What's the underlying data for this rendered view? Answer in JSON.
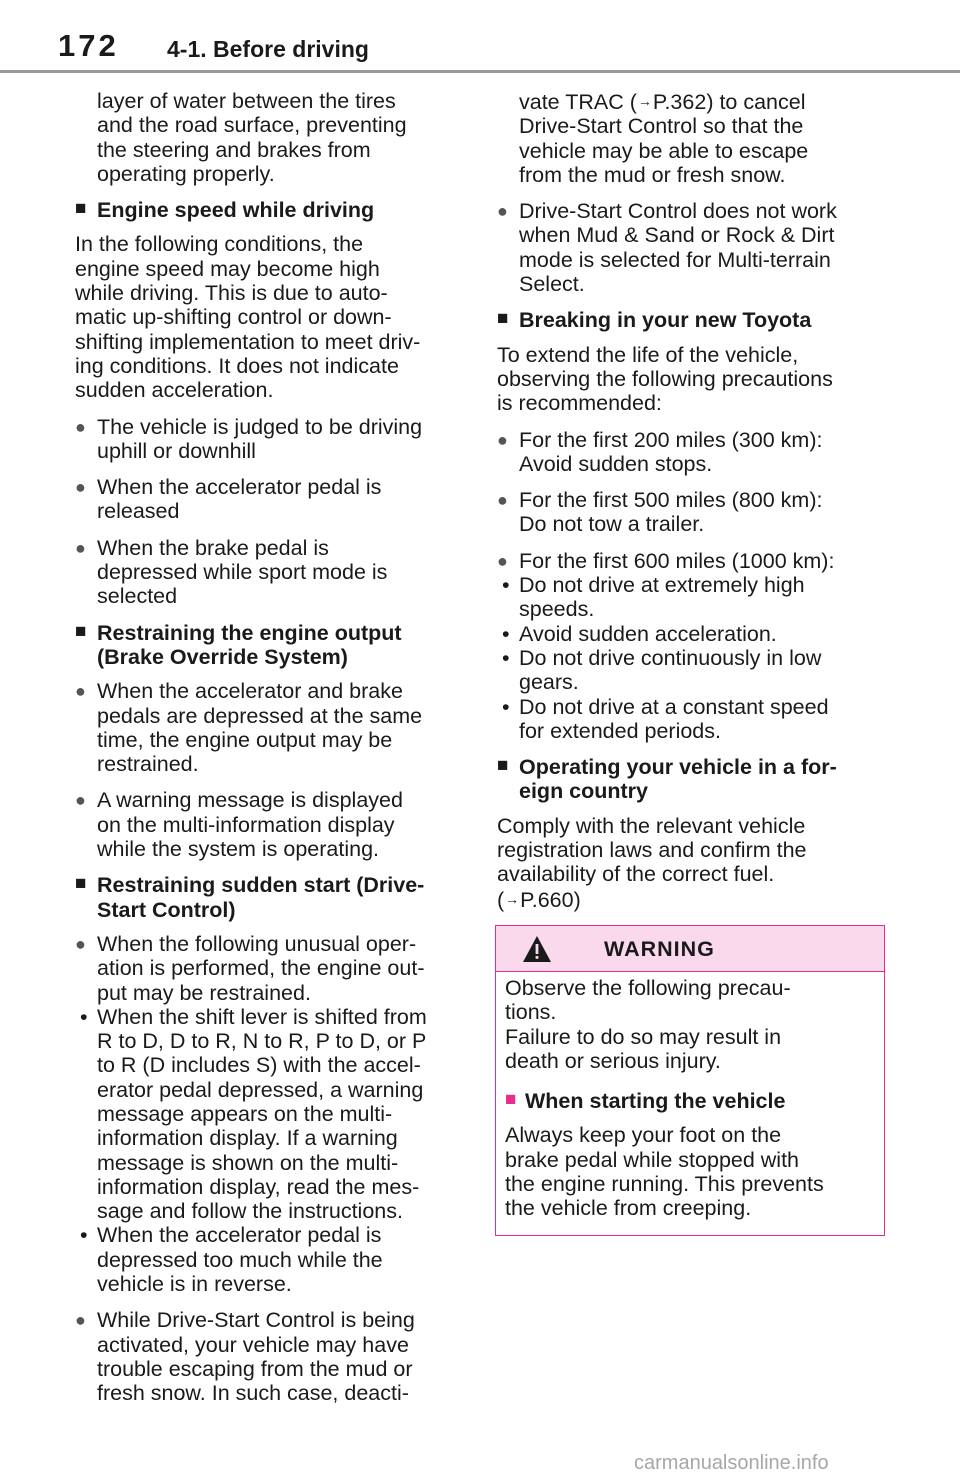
{
  "header": {
    "page_number": "172",
    "section": "4-1. Before driving"
  },
  "left_column": {
    "p_layer": [
      "layer of water between the tires",
      "and the road surface, preventing",
      "the steering and brakes from",
      "operating properly."
    ],
    "h_engine_speed": "Engine speed while driving",
    "p_engine_speed": [
      "In the following conditions, the",
      "engine speed may become high",
      "while driving. This is due to auto-",
      "matic up-shifting control or down-",
      "shifting implementation to meet driv-",
      "ing conditions. It does not indicate",
      "sudden acceleration."
    ],
    "b_uphill": [
      "The vehicle is judged to be driving",
      "uphill or downhill"
    ],
    "b_accel_released": [
      "When the accelerator pedal is",
      "released"
    ],
    "b_brake_depressed": [
      "When the brake pedal is",
      "depressed while sport mode is",
      "selected"
    ],
    "h_restraining_output": [
      "Restraining the engine output",
      "(Brake Override System)"
    ],
    "b_same_time": [
      "When the accelerator and brake",
      "pedals are depressed at the same",
      "time, the engine output may be",
      "restrained."
    ],
    "b_warning_message": [
      "A warning message is displayed",
      "on the multi-information display",
      "while the system is operating."
    ],
    "h_sudden_start": [
      "Restraining sudden start (Drive-",
      "Start Control)"
    ],
    "b_unusual_op": [
      "When the following unusual oper-",
      "ation is performed, the engine out-",
      "put may be restrained."
    ],
    "d_shift_lever": [
      "When the shift lever is shifted from",
      "R to D, D to R, N to R, P to D, or P",
      "to R (D includes S) with the accel-",
      "erator pedal depressed, a warning",
      "message appears on the multi-",
      "information display. If a warning",
      "message is shown on the multi-",
      "information display, read the mes-",
      "sage and follow the instructions."
    ],
    "d_reverse": [
      "When the accelerator pedal is",
      "depressed too much while the",
      "vehicle is in reverse."
    ],
    "b_activated": [
      "While Drive-Start Control is being",
      "activated, your vehicle may have",
      "trouble escaping from the mud or",
      "fresh snow. In such case, deacti-"
    ]
  },
  "right_column": {
    "p_vate_a": "vate TRAC (",
    "p_vate_ref": "P.362",
    "p_vate_b": ") to cancel",
    "p_vate_rest": [
      "Drive-Start Control so that the",
      "vehicle may be able to escape",
      "from the mud or fresh snow."
    ],
    "b_not_work": [
      "Drive-Start Control does not work",
      "when Mud & Sand or Rock & Dirt",
      "mode is selected for Multi-terrain",
      "Select."
    ],
    "h_breaking_in": "Breaking in your new Toyota",
    "p_extend": [
      "To extend the life of the vehicle,",
      "observing the following precautions",
      "is recommended:"
    ],
    "b_200": [
      "For the first 200 miles (300 km):",
      "Avoid sudden stops."
    ],
    "b_500": [
      "For the first 500 miles (800 km):",
      "Do not tow a trailer."
    ],
    "b_600": "For the first 600 miles (1000 km):",
    "d_extremely_high": [
      "Do not drive at extremely high",
      "speeds."
    ],
    "d_sudden_accel": "Avoid sudden acceleration.",
    "d_low_gears": [
      "Do not drive continuously in low",
      "gears."
    ],
    "d_constant_speed": [
      "Do not drive at a constant speed",
      "for extended periods."
    ],
    "h_foreign": [
      "Operating your vehicle in a for-",
      "eign country"
    ],
    "p_comply": [
      "Comply with the relevant vehicle",
      "registration laws and confirm the",
      "availability of the correct fuel."
    ],
    "p_comply_open": "(",
    "p_comply_ref": "P.660",
    "p_comply_close": ")"
  },
  "arrow_glyph": "→",
  "warning_box": {
    "title": "WARNING",
    "intro": [
      "Observe the following precau-",
      "tions.",
      "Failure to do so may result in",
      "death or serious injury."
    ],
    "heading": "When starting the vehicle",
    "body": [
      "Always keep your foot on the",
      "brake pedal while stopped with",
      "the engine running. This prevents",
      "the vehicle from creeping."
    ],
    "accent_color": "#e62e8f",
    "header_fill": "#fbd9ec",
    "icon": "warning-triangle-icon"
  },
  "watermark": "carmanualsonline.info"
}
